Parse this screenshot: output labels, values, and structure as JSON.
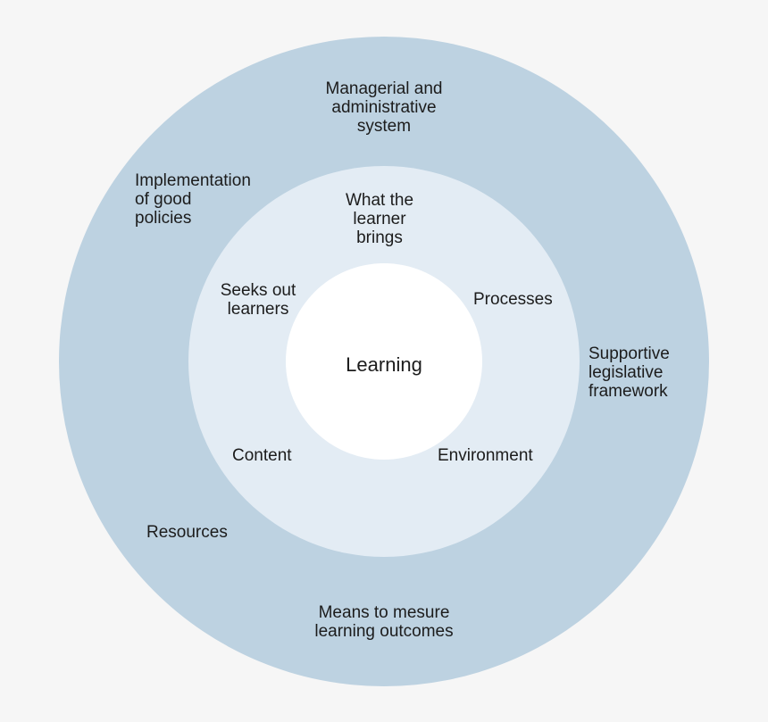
{
  "diagram": {
    "colors": {
      "background": "#f6f6f6",
      "outer_ring": "#bdd2e1",
      "middle_ring": "#e3ecf4",
      "core": "#ffffff",
      "text": "#1c1c1c"
    },
    "core": {
      "label": "Learning"
    },
    "middle_ring": {
      "labels": {
        "what_learner_brings": "What the\nlearner\nbrings",
        "seeks_out_learners": "Seeks out\nlearners",
        "processes": "Processes",
        "content": "Content",
        "environment": "Environment"
      }
    },
    "outer_ring": {
      "labels": {
        "managerial_system": "Managerial and\nadministrative\nsystem",
        "good_policies": "Implementation\nof good\npolicies",
        "legislative_framework": "Supportive\nlegislative\nframework",
        "resources": "Resources",
        "measure_outcomes": "Means to mesure\nlearning outcomes"
      }
    }
  }
}
